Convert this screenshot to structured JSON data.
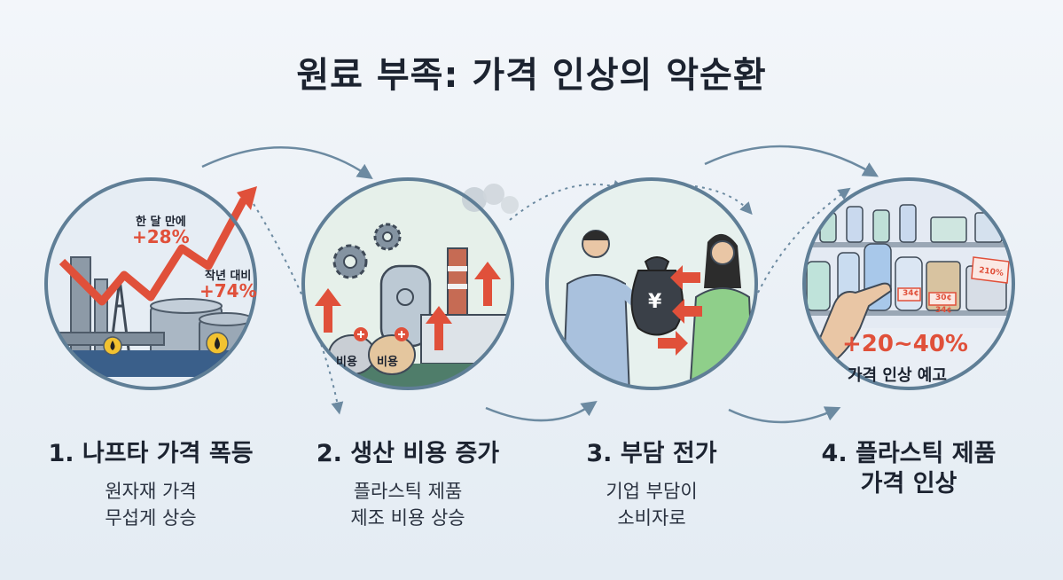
{
  "title": "원료 부족: 가격 인상의 악순환",
  "steps": [
    {
      "title": "1. 나프타 가격 폭등",
      "desc_lines": [
        "원자재 가격",
        "무섭게 상승"
      ],
      "callouts": {
        "month_label": "한 달 만에",
        "month_value": "+28%",
        "year_label": "작년 대비",
        "year_value": "+74%"
      }
    },
    {
      "title": "2. 생산 비용 증가",
      "desc_lines": [
        "플라스틱 제품",
        "제조 비용 상승"
      ],
      "bag_label": "비용"
    },
    {
      "title": "3. 부담 전가",
      "desc_lines": [
        "기업 부담이",
        "소비자로"
      ],
      "bag_symbol": "¥"
    },
    {
      "title_lines": [
        "4. 플라스틱 제품",
        "가격 인상"
      ],
      "range_value": "+20~40%",
      "notice": "가격 인상 예고",
      "tags": [
        "210%",
        "30¢",
        "34¢",
        "34¢"
      ]
    }
  ],
  "colors": {
    "accent_red": "#e0503a",
    "ring": "#5f7e96",
    "arrow": "#6c8aa1",
    "dark_text": "#1c2330"
  }
}
